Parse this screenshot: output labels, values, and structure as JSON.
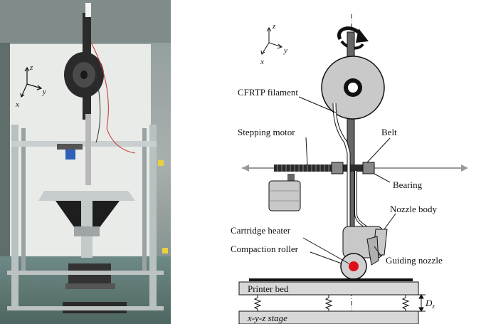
{
  "photo": {
    "axes": {
      "z": "z",
      "y": "y",
      "x": "x"
    }
  },
  "diagram": {
    "axes": {
      "z": "z",
      "y": "y",
      "x": "x"
    },
    "labels": {
      "filament": "CFRTP filament",
      "motor": "Stepping motor",
      "belt": "Belt",
      "bearing": "Bearing",
      "nozzle_body": "Nozzle body",
      "heater": "Cartridge heater",
      "roller": "Compaction roller",
      "guiding_nozzle": "Guiding nozzle",
      "bed": "Printer bed",
      "stage": "x-y-z stage",
      "dz": "D",
      "dz_sub": "z"
    },
    "colors": {
      "heater": "#e0101a",
      "belt": "#222222",
      "body_gray": "#c8c8c8",
      "bed_gray": "#d8d8d8"
    }
  }
}
